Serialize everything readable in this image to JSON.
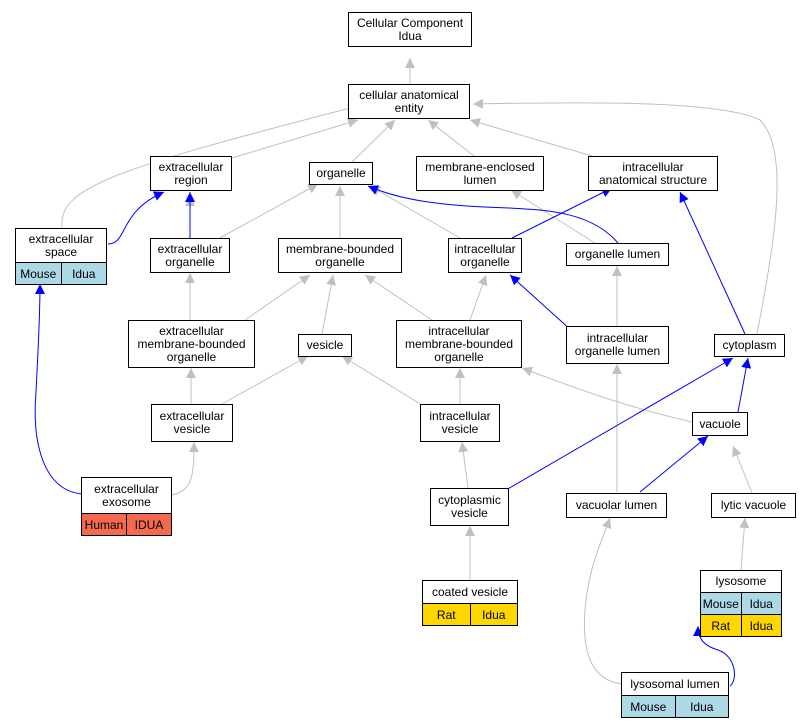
{
  "nodes": {
    "root": {
      "label": "Cellular Component\nIdua"
    },
    "cae": {
      "label": "cellular anatomical\nentity"
    },
    "ecr": {
      "label": "extracellular\nregion"
    },
    "organelle": {
      "label": "organelle"
    },
    "mel": {
      "label": "membrane-enclosed\nlumen"
    },
    "ias": {
      "label": "intracellular\nanatomical structure"
    },
    "ecs": {
      "label": "extracellular\nspace",
      "rows": [
        [
          "Mouse",
          "Idua"
        ]
      ]
    },
    "eco": {
      "label": "extracellular\norganelle"
    },
    "mbo": {
      "label": "membrane-bounded\norganelle"
    },
    "ico": {
      "label": "intracellular\norganelle"
    },
    "orl": {
      "label": "organelle lumen"
    },
    "embo": {
      "label": "extracellular\nmembrane-bounded\norganelle"
    },
    "vesicle": {
      "label": "vesicle"
    },
    "imbo": {
      "label": "intracellular\nmembrane-bounded\norganelle"
    },
    "iol": {
      "label": "intracellular\norganelle lumen"
    },
    "cytoplasm": {
      "label": "cytoplasm"
    },
    "ecv": {
      "label": "extracellular\nvesicle"
    },
    "icv": {
      "label": "intracellular\nvesicle"
    },
    "vacuole": {
      "label": "vacuole"
    },
    "exo": {
      "label": "extracellular\nexosome",
      "rows": [
        [
          "Human",
          "IDUA"
        ]
      ]
    },
    "cpv": {
      "label": "cytoplasmic\nvesicle"
    },
    "vl": {
      "label": "vacuolar lumen"
    },
    "lv": {
      "label": "lytic vacuole"
    },
    "cv": {
      "label": "coated vesicle",
      "rows": [
        [
          "Rat",
          "Idua"
        ]
      ]
    },
    "lys": {
      "label": "lysosome",
      "rows": [
        [
          "Mouse",
          "Idua"
        ],
        [
          "Rat",
          "Idua"
        ]
      ]
    },
    "ll": {
      "label": "lysosomal lumen",
      "rows": [
        [
          "Mouse",
          "Idua"
        ]
      ]
    }
  },
  "colors": {
    "is_a_edge": "#c0c0c0",
    "part_of_edge": "#0000ff",
    "mouse_row": "#add8e6",
    "rat_row": "#ffd700",
    "human_row": "#f46a4e"
  }
}
